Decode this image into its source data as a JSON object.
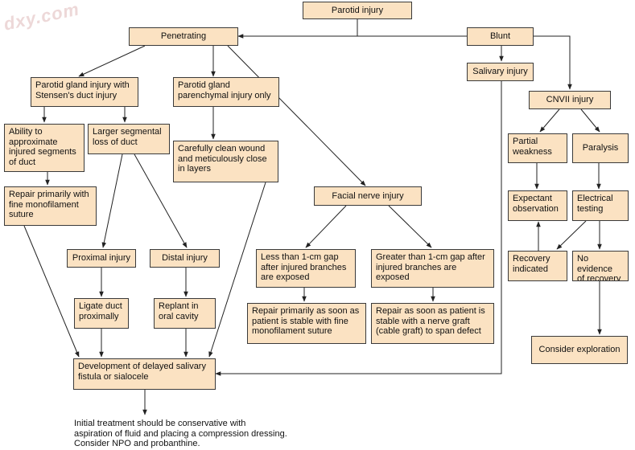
{
  "watermark": "dxy.com",
  "nodes": {
    "parotid_injury": "Parotid injury",
    "penetrating": "Penetrating",
    "blunt": "Blunt",
    "salivary_injury": "Salivary injury",
    "gland_duct": "Parotid gland injury with\nStensen's duct injury",
    "parenchymal": "Parotid gland\nparenchymal injury only",
    "cnvii": "CNVII injury",
    "approximate": "Ability to\napproximate\ninjured segments\nof duct",
    "larger_loss": "Larger segmental\nloss of duct",
    "clean_wound": "Carefully clean wound\nand meticulously close\nin layers",
    "partial_weakness": "Partial\nweakness",
    "paralysis": "Paralysis",
    "repair_primarily": "Repair primarily with\nfine monofilament\nsuture",
    "facial_nerve": "Facial nerve injury",
    "expectant": "Expectant\nobservation",
    "electrical": "Electrical\ntesting",
    "proximal": "Proximal injury",
    "distal": "Distal injury",
    "less_gap": "Less than 1-cm gap\nafter injured branches\nare exposed",
    "greater_gap": "Greater than 1-cm gap after\ninjured branches are\nexposed",
    "recovery": "Recovery\nindicated",
    "no_evidence": "No evidence\nof recovery",
    "ligate": "Ligate duct\nproximally",
    "replant": "Replant in\noral cavity",
    "repair_soon_fine": "Repair primarily as soon as\npatient is stable with fine\nmonofilament suture",
    "repair_graft": "Repair as soon as patient is\nstable with a nerve graft\n(cable graft) to span defect",
    "consider_exploration": "Consider exploration",
    "fistula": "Development of delayed salivary\nfistula or sialocele"
  },
  "note": "Initial treatment should be conservative with\naspiration of fluid and placing a compression dressing.\nConsider NPO and probanthine."
}
